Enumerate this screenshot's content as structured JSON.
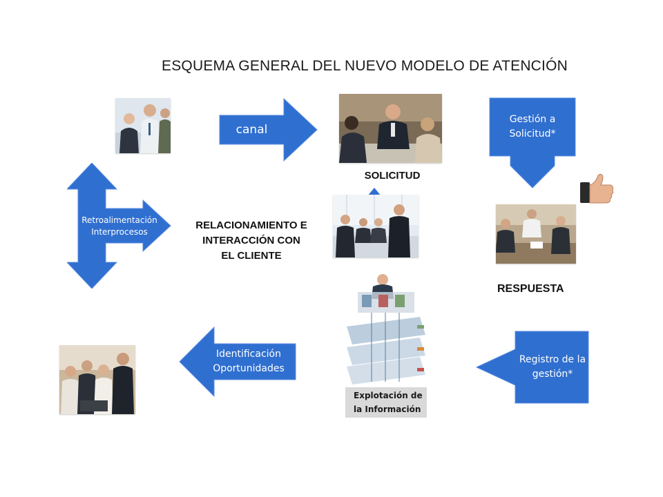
{
  "title": "ESQUEMA GENERAL DEL NUEVO MODELO DE ATENCIÓN",
  "arrows": {
    "canal": "canal",
    "gestion": "Gestión a Solicitud*",
    "retro": "Retroalimentación Interprocesos",
    "identificacion": "Identificación Oportunidades",
    "registro": "Registro de la gestión*"
  },
  "labels": {
    "solicitud": "SOLICITUD",
    "center": "RELACIONAMIENTO E INTERACCIÓN CON EL CLIENTE",
    "respuesta": "RESPUESTA"
  },
  "graphic": {
    "explotacion_line1": "Explotación de",
    "explotacion_line2": "la Información"
  },
  "colors": {
    "arrow_blue": "#2f6fd0",
    "arrow_dark": "#1f55a8"
  }
}
